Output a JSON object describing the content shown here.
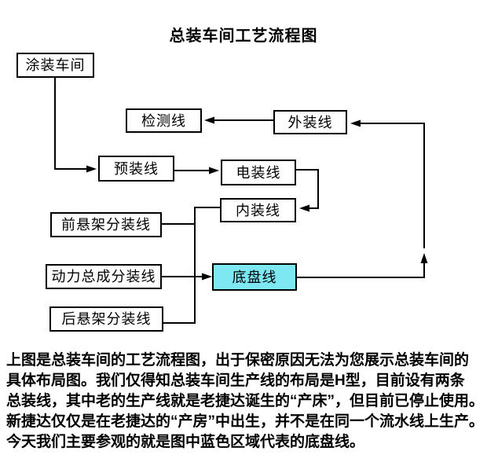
{
  "page_title": "总装车间工艺流程图",
  "colors": {
    "highlight_fill": "#7DE7F2",
    "line": "#000000",
    "background": "#FFFFFF",
    "text": "#000000"
  },
  "flowchart": {
    "nodes": {
      "paint_shop": "涂装车间",
      "inspection_line": "检测线",
      "exterior_line": "外装线",
      "pre_assembly_line": "预装线",
      "electrical_line": "电装线",
      "interior_line": "内装线",
      "front_suspension_line": "前悬架分装线",
      "powertrain_line": "动力总成分装线",
      "rear_suspension_line": "后悬架分装线",
      "chassis_line": "底盘线"
    }
  },
  "description": {
    "lines": [
      "上图是总装车间的工艺流程图，出于保密原因无法为您展示总装车间的",
      "具体布局图。我们仅得知总装车间生产线的布局是H型，目前设有两条",
      "总装线，其中老的生产线就是老捷达诞生的“产床”，但目前已停止使用。",
      "新捷达仅仅是在老捷达的“产房”中出生，并不是在同一个流水线上生产。",
      "今天我们主要参观的就是图中蓝色区域代表的底盘线。"
    ]
  }
}
